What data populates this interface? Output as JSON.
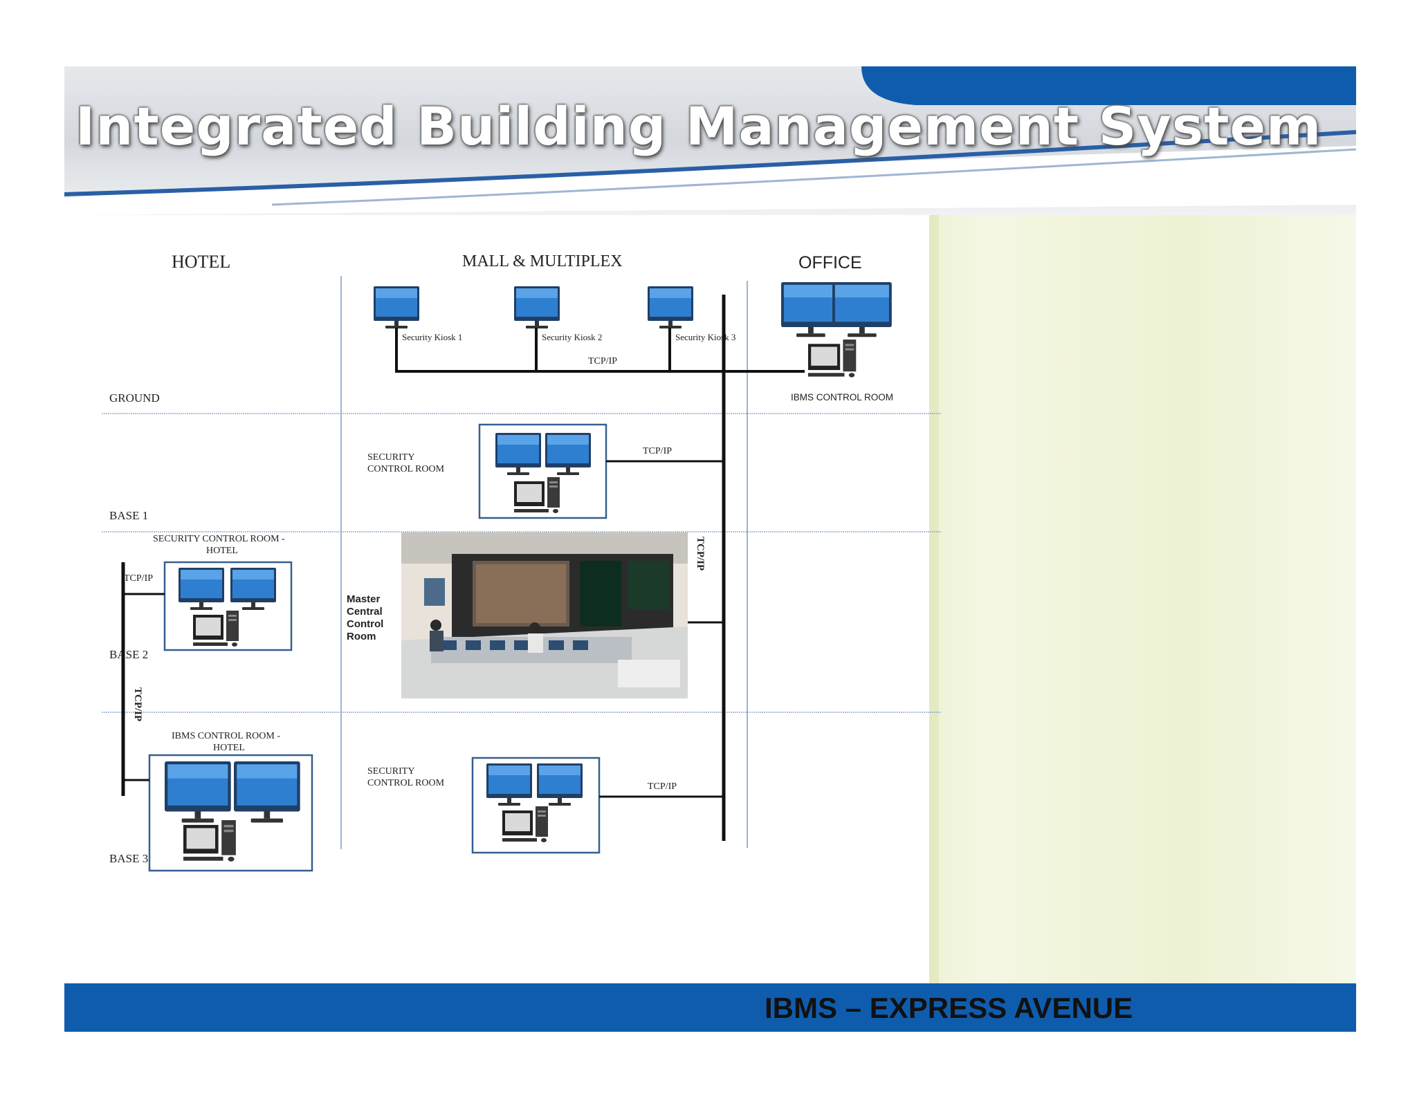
{
  "slide": {
    "title": "Integrated Building Management System",
    "footer": "IBMS – EXPRESS AVENUE"
  },
  "diagram": {
    "columns": {
      "hotel": "HOTEL",
      "mall": "MALL & MULTIPLEX",
      "office": "OFFICE"
    },
    "floors": {
      "ground": "GROUND",
      "base1": "BASE 1",
      "base2": "BASE 2",
      "base3": "BASE 3"
    },
    "kiosks": [
      "Security Kiosk 1",
      "Security Kiosk 2",
      "Security Kiosk 3"
    ],
    "protocol": "TCP/IP",
    "ibms_control_room": "IBMS CONTROL ROOM",
    "security_control_room": [
      "SECURITY",
      "CONTROL ROOM"
    ],
    "hotel_security_room": [
      "SECURITY CONTROL ROOM -",
      "HOTEL"
    ],
    "hotel_ibms_room": [
      "IBMS CONTROL ROOM -",
      "HOTEL"
    ],
    "master_room": [
      "Master",
      "Central",
      "Control",
      "Room"
    ]
  },
  "colors": {
    "brand_blue": "#0f5cad",
    "monitor_screen": "#2f7fd0",
    "side_panel": "#eef2d6"
  }
}
